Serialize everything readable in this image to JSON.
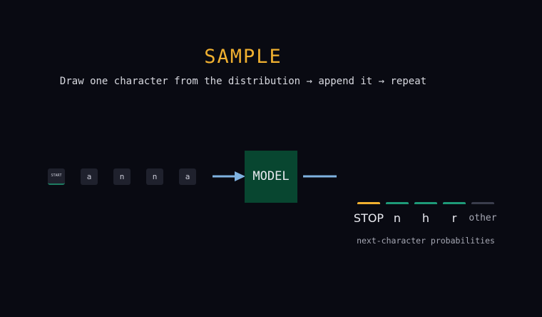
{
  "header": {
    "title": "SAMPLE",
    "subtitle": "Draw one character from the distribution → append it → repeat"
  },
  "sequence": {
    "tokens": [
      "START",
      "a",
      "n",
      "n",
      "a"
    ]
  },
  "model": {
    "label": "MODEL"
  },
  "distribution": {
    "caption": "next-character probabilities",
    "options": [
      {
        "label": "STOP",
        "color": "#f0b030"
      },
      {
        "label": "n",
        "color": "#1e9a78"
      },
      {
        "label": "h",
        "color": "#1e9a78"
      },
      {
        "label": "r",
        "color": "#1e9a78"
      },
      {
        "label": "other",
        "color": "#3a3d4c"
      }
    ]
  },
  "colors": {
    "background": "#090a12",
    "title": "#f0b030",
    "model_box": "#084630",
    "arrow": "#7fb2e0",
    "token_box": "#1f212d"
  }
}
